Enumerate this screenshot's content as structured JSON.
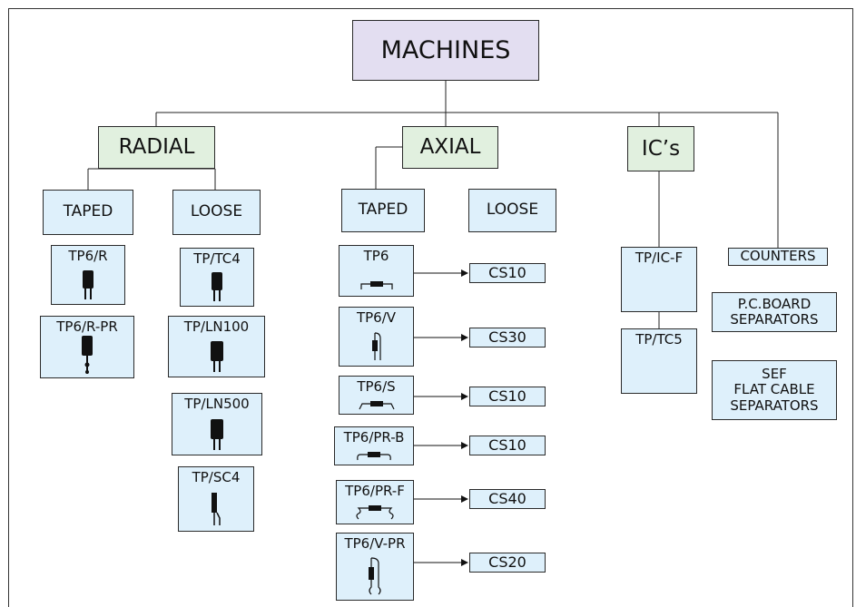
{
  "root": "MACHINES",
  "categories": {
    "radial": "RADIAL",
    "axial": "AXIAL",
    "ics": "IC’s"
  },
  "radial": {
    "taped": "TAPED",
    "loose": "LOOSE",
    "taped_items": [
      "TP6/R",
      "TP6/R-PR"
    ],
    "loose_items": [
      "TP/TC4",
      "TP/LN100",
      "TP/LN500",
      "TP/SC4"
    ]
  },
  "axial": {
    "taped": "TAPED",
    "loose": "LOOSE",
    "items": [
      "TP6",
      "TP6/V",
      "TP6/S",
      "TP6/PR-B",
      "TP6/PR-F",
      "TP6/V-PR"
    ],
    "counters": [
      "CS10",
      "CS30",
      "CS10",
      "CS10",
      "CS40",
      "CS20"
    ]
  },
  "ics": {
    "items": [
      "TP/IC-F",
      "TP/TC5"
    ]
  },
  "side": {
    "counters": "COUNTERS",
    "pcb": [
      "P.C.BOARD",
      "SEPARATORS"
    ],
    "sef": [
      "SEF",
      "FLAT CABLE",
      "SEPARATORS"
    ]
  },
  "icons": {
    "radial": "radial-capacitor-icon",
    "radial_pr": "radial-prepared-capacitor-icon",
    "sc4": "snap-in-capacitor-icon",
    "axial": "axial-resistor-icon",
    "vertical": "vertical-resistor-icon",
    "shaped": "shaped-resistor-icon",
    "bent_b": "bent-lead-resistor-icon",
    "formed": "formed-lead-resistor-icon",
    "vertical_pr": "vertical-prepared-resistor-icon"
  }
}
